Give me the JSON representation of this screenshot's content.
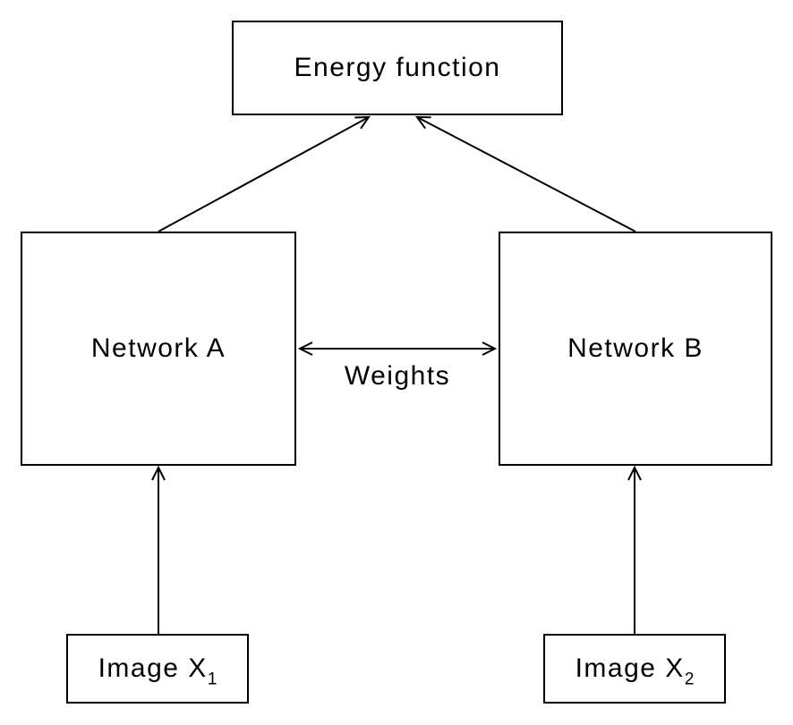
{
  "diagram": {
    "background_color": "#ffffff",
    "line_color": "#000000",
    "nodes": {
      "energy": {
        "label": "Energy function"
      },
      "network_a": {
        "label": "Network A"
      },
      "network_b": {
        "label": "Network B"
      },
      "image_x1": {
        "label": "Image X",
        "subscript": "1"
      },
      "image_x2": {
        "label": "Image X",
        "subscript": "2"
      }
    },
    "edges": [
      {
        "from": "image_x1",
        "to": "network_a",
        "type": "arrow",
        "label": ""
      },
      {
        "from": "image_x2",
        "to": "network_b",
        "type": "arrow",
        "label": ""
      },
      {
        "from": "network_a",
        "to": "energy",
        "type": "arrow",
        "label": ""
      },
      {
        "from": "network_b",
        "to": "energy",
        "type": "arrow",
        "label": ""
      },
      {
        "from": "network_a",
        "to": "network_b",
        "type": "double-arrow",
        "label": "Weights"
      }
    ]
  }
}
